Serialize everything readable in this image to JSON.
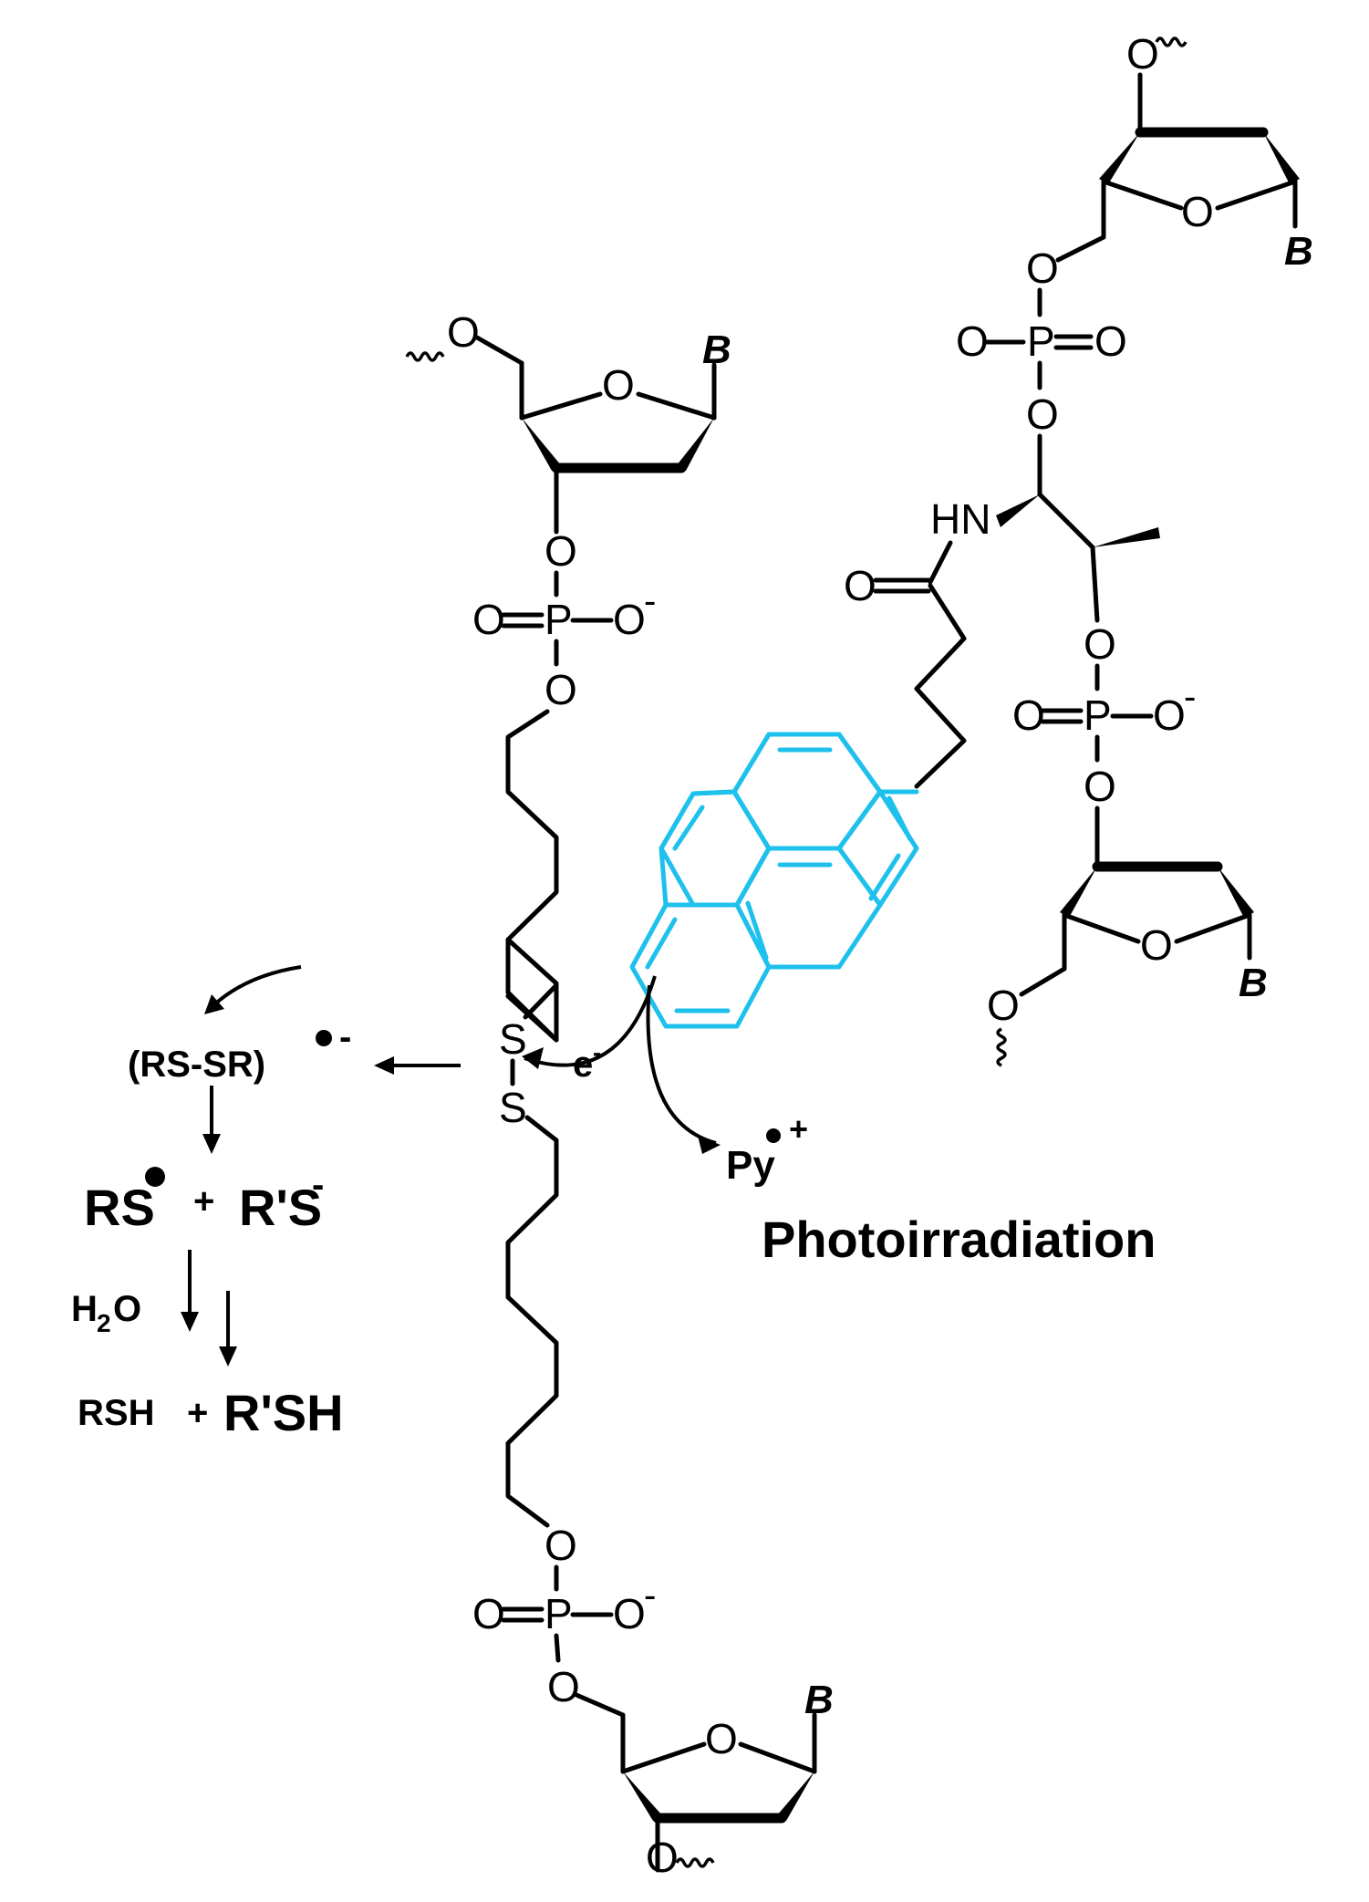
{
  "atoms": {
    "oxygen": "O",
    "phosphorus": "P",
    "sulfur": "S",
    "base": "B",
    "amine": "HN",
    "negative_charge": "-"
  },
  "mechanism": {
    "radical_anion": "(RS-SR)",
    "radical_anion_charge": "-",
    "thiyl_radical": "RS",
    "thiolate": "R'S",
    "thiolate_charge": "-",
    "plus": "+",
    "water": "H",
    "water_subscript": "2",
    "water_o": "O",
    "thiol": "RSH",
    "plus2": "+",
    "thiol2": "R'SH",
    "electron": "e",
    "electron_charge": "-",
    "pyrene_cation": "Py",
    "pyrene_cation_charge": "+"
  },
  "caption": "Photoirradiation",
  "colors": {
    "pyrene": "#1ec0ec",
    "bonds": "#000000"
  }
}
